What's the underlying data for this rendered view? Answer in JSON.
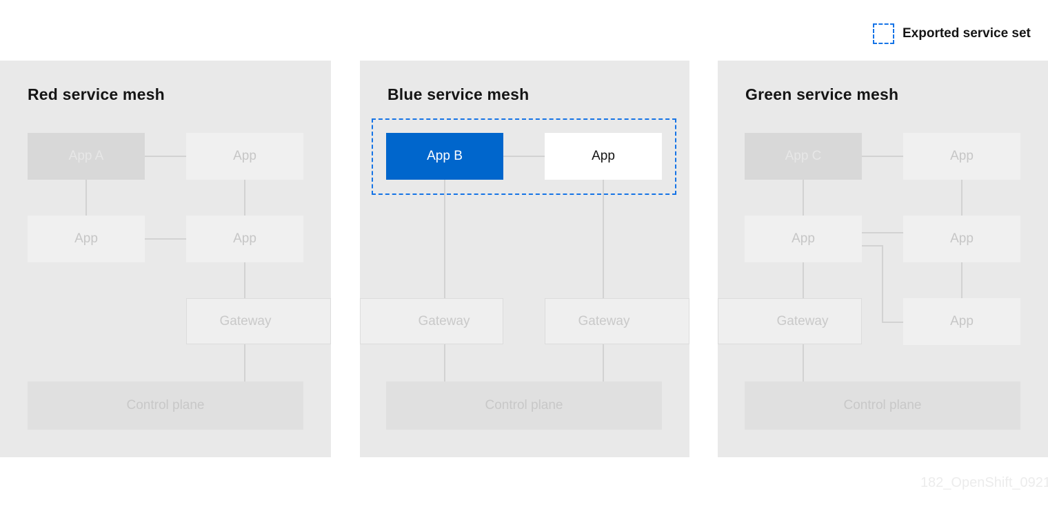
{
  "legend": {
    "label": "Exported service set"
  },
  "watermark": "182_OpenShift_0921",
  "colors": {
    "accent_blue": "#0066CC",
    "exported_set_border_blue": "#1473E6",
    "panel_background": "#E9E9E9",
    "node_light": "#F0F0F0",
    "node_dark": "#D8D8D8",
    "control_plane": "#E0E0E0",
    "connector": "#D2D2D2",
    "title_text": "#151515"
  },
  "meshes": [
    {
      "title": "Red service mesh",
      "nodes": {
        "app_a": "App A",
        "app_top_right": "App",
        "app_mid_left": "App",
        "app_mid_right": "App",
        "gateway": "Gateway",
        "control_plane": "Control plane"
      }
    },
    {
      "title": "Blue service mesh",
      "nodes": {
        "app_b": "App B",
        "app_exported": "App",
        "gateway_left": "Gateway",
        "gateway_right": "Gateway",
        "control_plane": "Control plane"
      }
    },
    {
      "title": "Green service mesh",
      "nodes": {
        "app_c": "App C",
        "app_top_right": "App",
        "app_mid_left": "App",
        "app_mid_right": "App",
        "app_bottom_right": "App",
        "gateway": "Gateway",
        "control_plane": "Control plane"
      }
    }
  ]
}
